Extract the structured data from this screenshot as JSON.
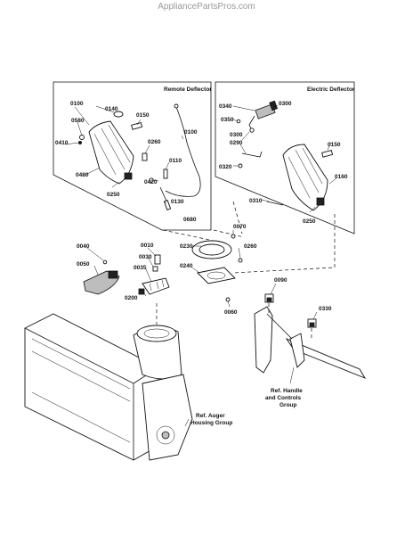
{
  "watermark": "AppliancePartsPros.com",
  "panels": {
    "remote": {
      "title": "Remote Deflector"
    },
    "electric": {
      "title": "Electric Deflector"
    }
  },
  "part_numbers": {
    "p0100": "0100",
    "p0140": "0140",
    "p0150a": "0150",
    "p0580": "0580",
    "p0410": "0410",
    "p0260a": "0260",
    "p0100b": "0100",
    "p0110": "0110",
    "p0480": "0480",
    "p0420": "0420",
    "p0250a": "0250",
    "p0130": "0130",
    "p0680": "0680",
    "p0340": "0340",
    "p0300a": "0300",
    "p0350": "0350",
    "p0300b": "0300",
    "p0290": "0290",
    "p0320": "0320",
    "p0150b": "0150",
    "p0160": "0160",
    "p0310": "0310",
    "p0250b": "0250",
    "p0040": "0040",
    "p0010": "0010",
    "p0030": "0030",
    "p0050": "0050",
    "p0035": "0035",
    "p0200": "0200",
    "p0230": "0230",
    "p0070": "0070",
    "p0260b": "0260",
    "p0240": "0240",
    "p0060": "0060",
    "p0090": "0090",
    "p0330": "0330"
  },
  "callouts": {
    "handle_l1": "Ref. Handle",
    "handle_l2": "and Controls",
    "handle_l3": "Group",
    "auger_l1": "Ref. Auger",
    "auger_l2": "Housing Group"
  }
}
